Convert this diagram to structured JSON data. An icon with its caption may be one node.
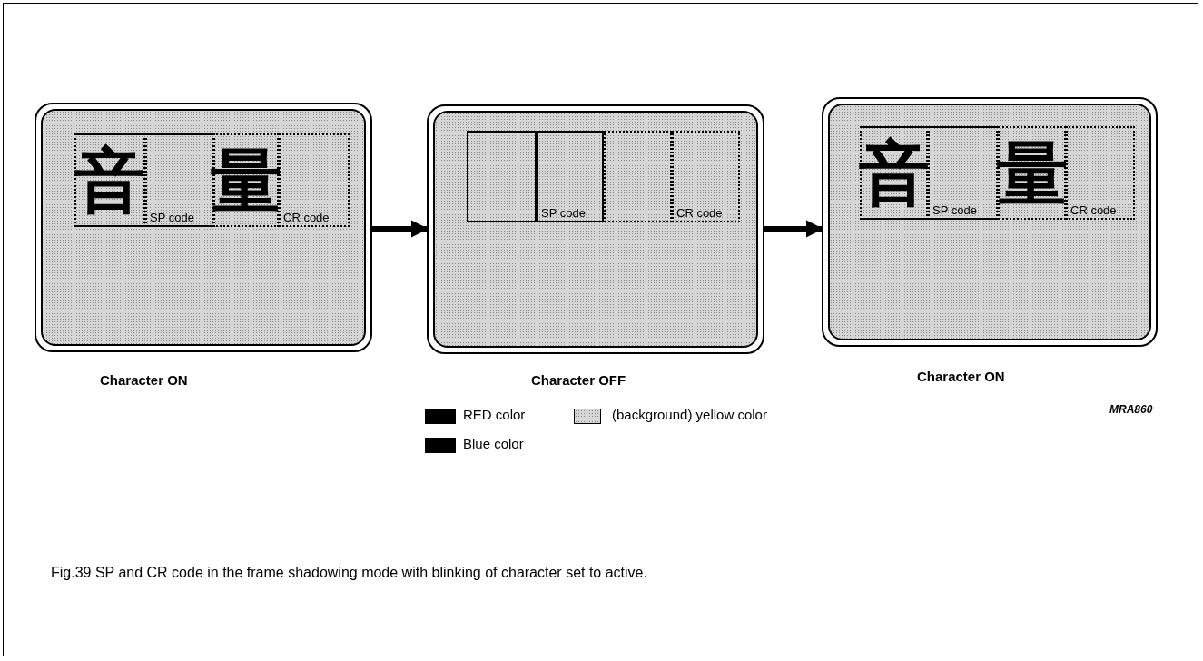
{
  "diagram": {
    "caption": "Fig.39 SP and CR code in the frame shadowing mode with blinking of character set to active.",
    "nodes": [
      {
        "text": [],
        "shape": "box",
        "beside": [
          "Character ON"
        ]
      },
      {
        "text": [
          "音"
        ],
        "in": 0
      },
      {
        "text": [
          "SP code"
        ],
        "in": 0
      },
      {
        "text": [
          "量"
        ],
        "in": 0
      },
      {
        "text": [
          "CR code"
        ],
        "in": 0
      },
      {
        "text": [],
        "shape": "box",
        "beside": [
          "Character OFF"
        ]
      },
      {
        "text": [],
        "shape": "box",
        "in": 5
      },
      {
        "text": [
          "SP code"
        ],
        "in": 5
      },
      {
        "text": [],
        "shape": "box",
        "in": 5
      },
      {
        "text": [
          "CR code"
        ],
        "in": 5
      },
      {
        "text": [],
        "shape": "box",
        "beside": [
          "Character ON"
        ]
      },
      {
        "text": [
          "音"
        ],
        "in": 10
      },
      {
        "text": [
          "SP code"
        ],
        "in": 10
      },
      {
        "text": [
          "量"
        ],
        "in": 10
      },
      {
        "text": [
          "CR code"
        ],
        "in": 10
      }
    ],
    "edges": [
      {
        "from": 0,
        "to": 5,
        "arrow": "to"
      },
      {
        "from": 5,
        "to": 10,
        "arrow": "to"
      }
    ],
    "labels": [
      "MRA860"
    ],
    "legend": [
      {
        "text": "RED color",
        "color": "#000000"
      },
      {
        "text": "(background) yellow color"
      },
      {
        "text": "Blue color",
        "color": "#000000"
      }
    ]
  }
}
